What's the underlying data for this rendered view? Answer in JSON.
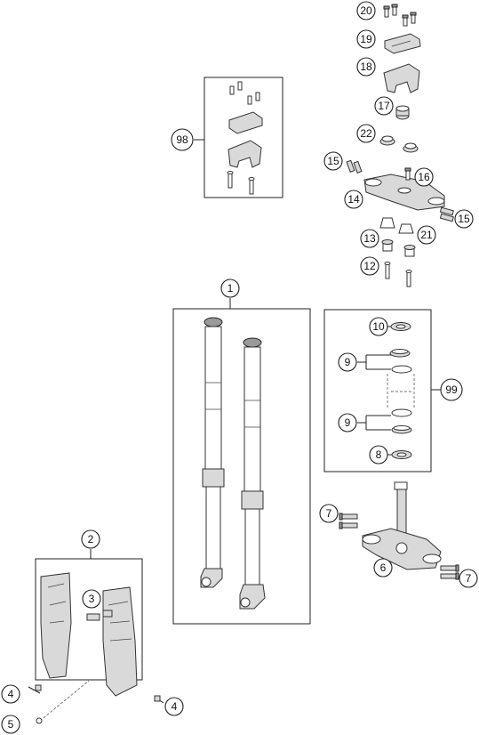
{
  "diagram": {
    "callouts": {
      "c1": "1",
      "c2": "2",
      "c3": "3",
      "c4a": "4",
      "c4b": "4",
      "c5": "5",
      "c6": "6",
      "c7a": "7",
      "c7b": "7",
      "c8": "8",
      "c9a": "9",
      "c9b": "9",
      "c10": "10",
      "c12": "12",
      "c13": "13",
      "c14": "14",
      "c15a": "15",
      "c15b": "15",
      "c16": "16",
      "c17": "17",
      "c18": "18",
      "c19": "19",
      "c20": "20",
      "c21": "21",
      "c22": "22",
      "c98": "98",
      "c99": "99"
    },
    "colors": {
      "line": "#222222",
      "part_fill": "#d9d9d9",
      "part_dark": "#9a9a9a"
    }
  }
}
